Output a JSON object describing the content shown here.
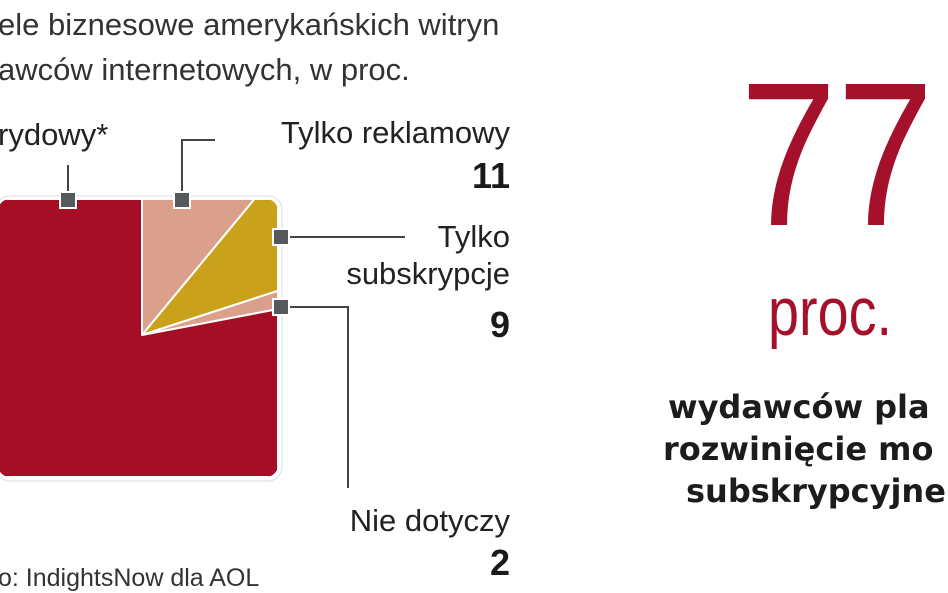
{
  "title_lines": [
    "ele biznesowe amerykańskich witryn",
    "awców internetowych, w proc."
  ],
  "source": "o: IndightsNow dla AOL",
  "chart_data": {
    "type": "pie",
    "shape": "square",
    "unit": "proc.",
    "slices": [
      {
        "label": "rydowy*",
        "color": "#a50f26"
      },
      {
        "label": "Tylko reklamowy",
        "value": 11,
        "color": "#dba08c"
      },
      {
        "label_lines": [
          "Tylko",
          "subskrypcje"
        ],
        "value": 9,
        "color": "#c9a11a"
      },
      {
        "label": "Nie dotyczy",
        "value": 2,
        "color": "#dba08c"
      }
    ]
  },
  "highlight": {
    "number": "77",
    "unit": "proc.",
    "lines": [
      "wydawców pla",
      "rozwinięcie mo",
      "subskrypcyjne"
    ],
    "color": "#a5102a"
  }
}
